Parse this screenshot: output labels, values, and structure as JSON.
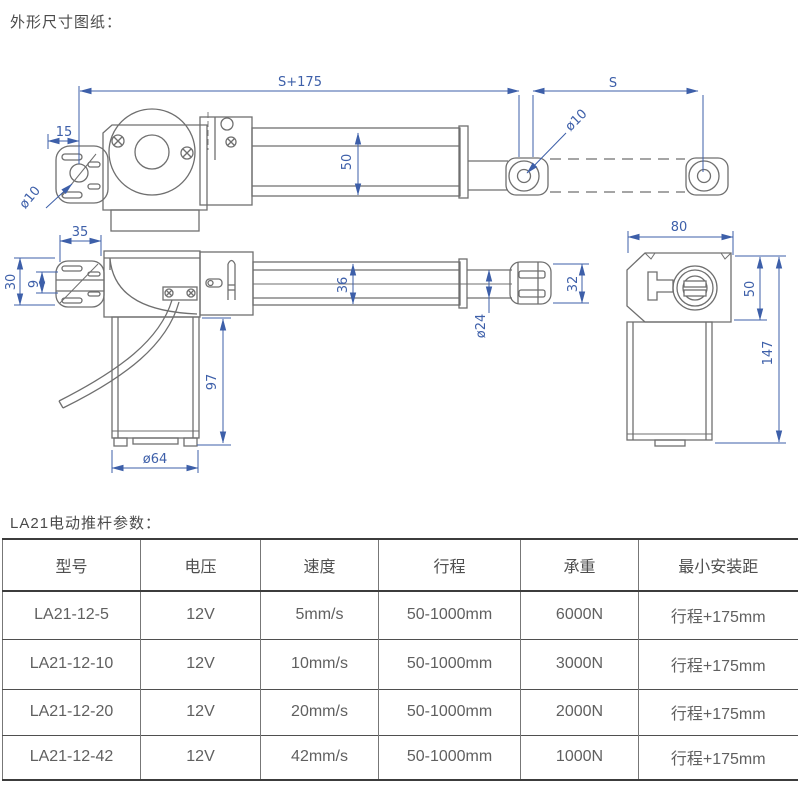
{
  "page": {
    "drawing_title": "外形尺寸图纸：",
    "table_title": "LA21电动推杆参数："
  },
  "drawing": {
    "colors": {
      "dimension": "#3d5fa9",
      "geometry": "#6f6f6f"
    },
    "dims": {
      "s175": "S+175",
      "s": "S",
      "d15": "15",
      "dia10_left": "ø10",
      "d50_tube": "50",
      "dia10_rod": "ø10",
      "d35": "35",
      "d30": "30",
      "d9": "9",
      "d36": "36",
      "dia24": "ø24",
      "d32": "32",
      "d97": "97",
      "dia64": "ø64",
      "d80": "80",
      "d50_side": "50",
      "d147": "147"
    }
  },
  "table": {
    "columns": [
      "型号",
      "电压",
      "速度",
      "行程",
      "承重",
      "最小安装距"
    ],
    "rows": [
      [
        "LA21-12-5",
        "12V",
        "5mm/s",
        "50-1000mm",
        "6000N",
        "行程+175mm"
      ],
      [
        "LA21-12-10",
        "12V",
        "10mm/s",
        "50-1000mm",
        "3000N",
        "行程+175mm"
      ],
      [
        "LA21-12-20",
        "12V",
        "20mm/s",
        "50-1000mm",
        "2000N",
        "行程+175mm"
      ],
      [
        "LA21-12-42",
        "12V",
        "42mm/s",
        "50-1000mm",
        "1000N",
        "行程+175mm"
      ]
    ]
  }
}
